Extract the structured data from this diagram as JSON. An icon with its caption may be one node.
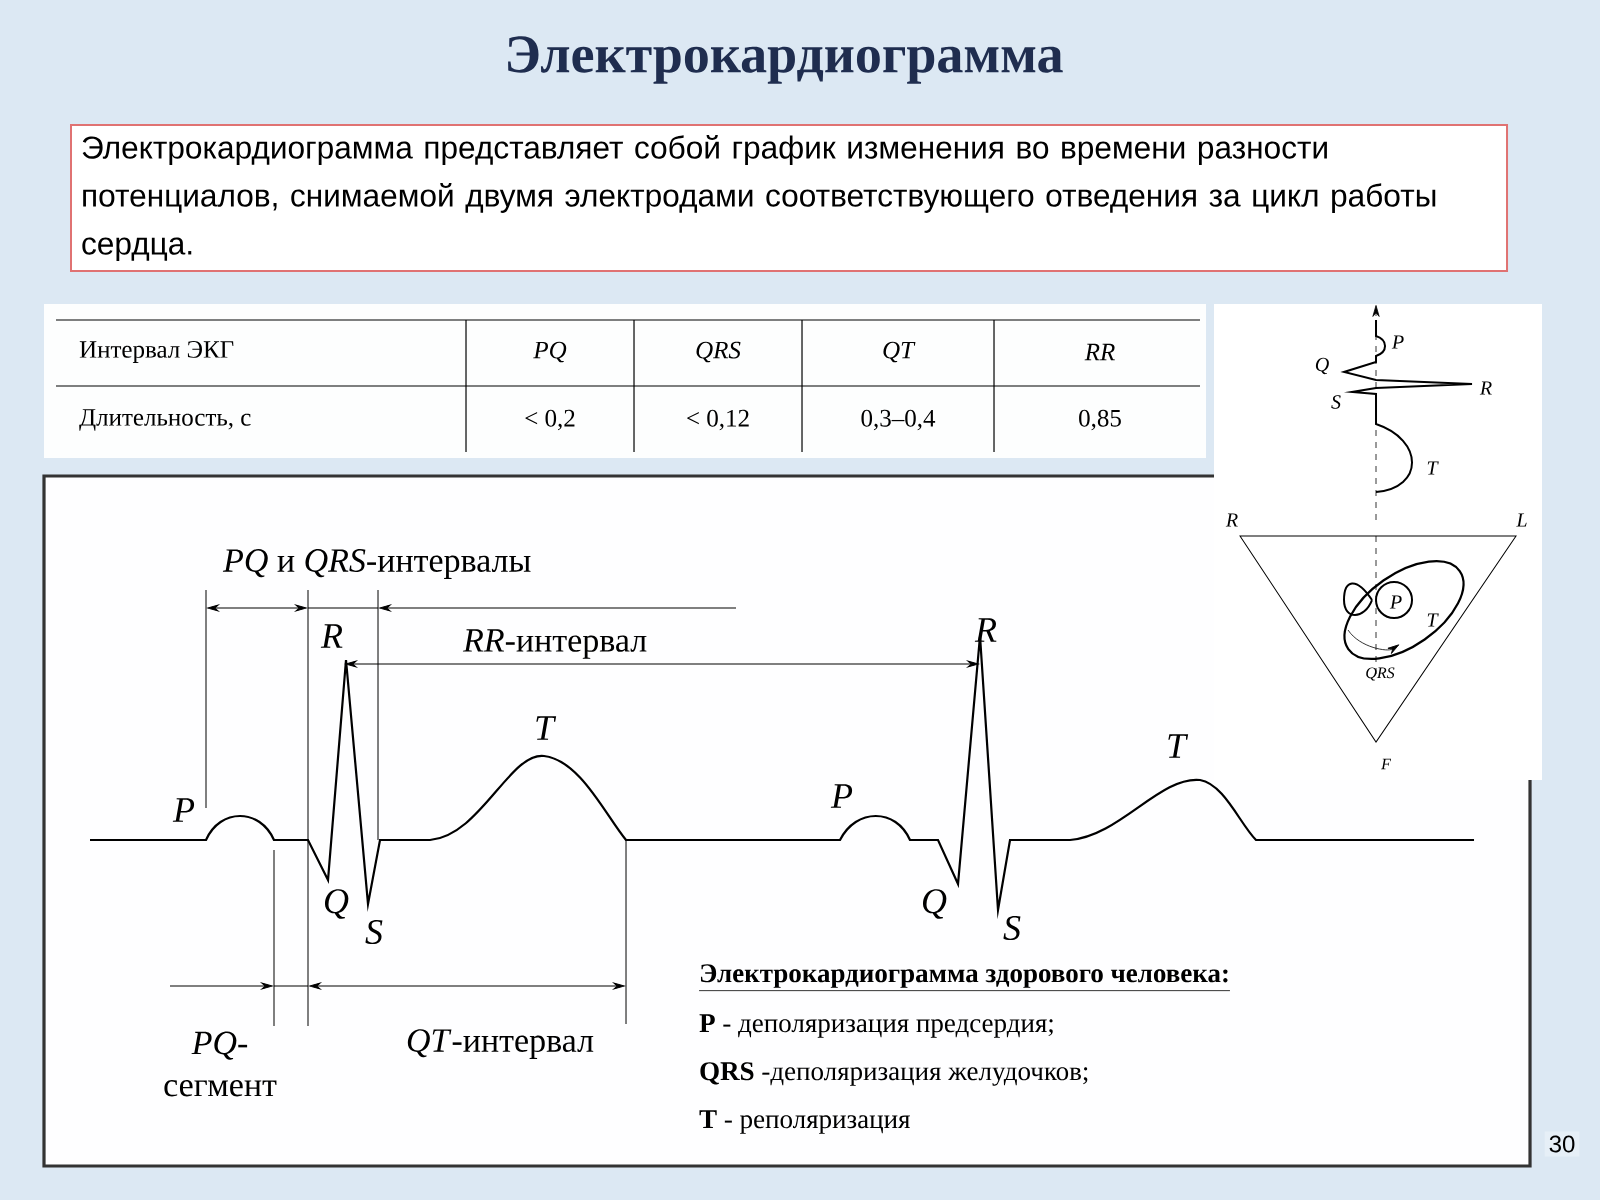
{
  "diagram": {
    "title": "Электрокардиограмма",
    "nodes": [
      {
        "text": [
          "Электрокардиограмма представляет собой график изменения во времени разности потенциалов, снимаемой двумя электродами соответствующего отведения за цикл работы сердца."
        ]
      }
    ],
    "labels": [
      "Интервал ЭКГ",
      "PQ",
      "QRS",
      "QT",
      "RR",
      "Длительность, с",
      "< 0,2",
      "< 0,12",
      "0,3–0,4",
      "0,85",
      "*PQ* и *QRS*-интервалы",
      "*RR*-интервал",
      "P",
      "R",
      "T",
      "Q",
      "S",
      "P",
      "R",
      "T",
      "Q",
      "S",
      "*PQ*-сегмент",
      "*QT*-интервал",
      "Электрокардиограмма здорового человека:",
      "**P** - деполяризация предсердия;",
      "**QRS** -деполяризация желудочков;",
      "**T** - реполяризация",
      "P",
      "Q",
      "R",
      "S",
      "T",
      "R",
      "L",
      "P",
      "T",
      "QRS",
      "F",
      "30"
    ]
  }
}
